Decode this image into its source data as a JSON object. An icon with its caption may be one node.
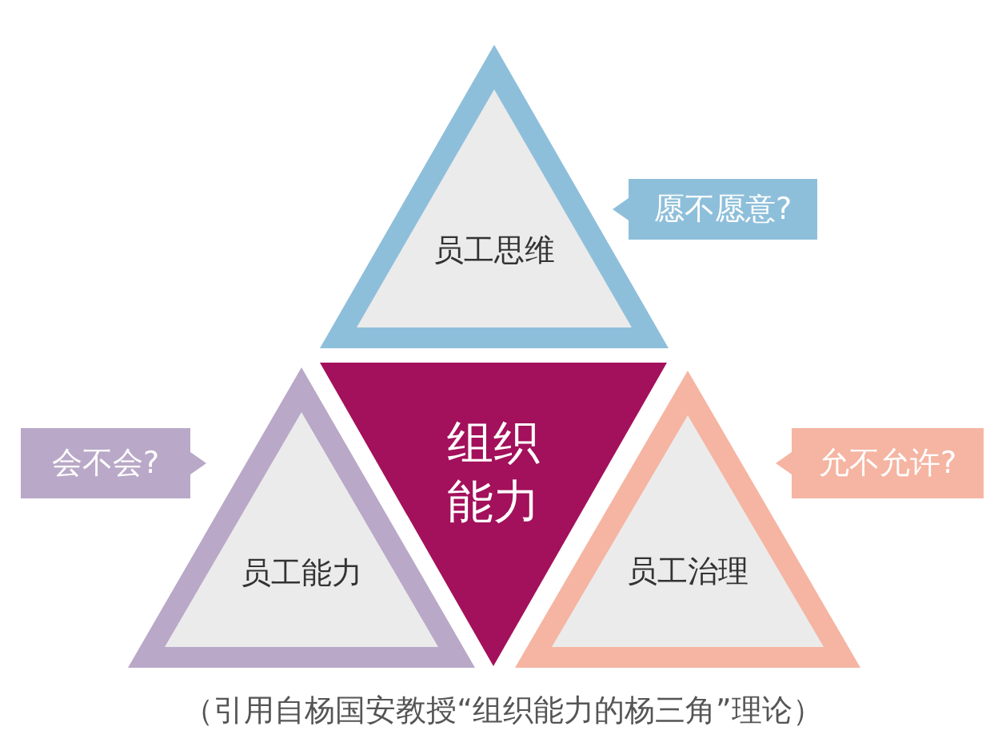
{
  "diagram": {
    "caption": "（引用自杨国安教授“组织能力的杨三角”理论）",
    "nodes": [
      {
        "text": [
          "员工思维"
        ]
      },
      {
        "text": [
          "愿不愿意?"
        ]
      },
      {
        "text": [
          "会不会?"
        ]
      },
      {
        "text": [
          "员工能力"
        ]
      },
      {
        "text": [
          "组织能力"
        ]
      },
      {
        "text": [
          "员工治理"
        ]
      },
      {
        "text": [
          "允不允许?"
        ]
      }
    ]
  }
}
